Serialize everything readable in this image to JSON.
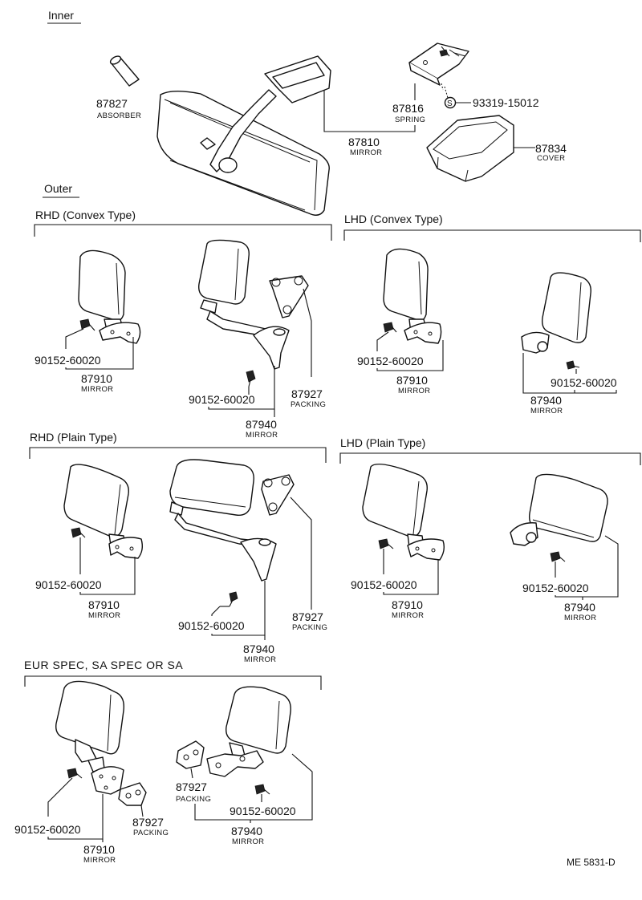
{
  "sections": {
    "inner": "Inner",
    "outer": "Outer",
    "rhd_convex": "RHD (Convex Type)",
    "lhd_convex": "LHD (Convex Type)",
    "rhd_plain": "RHD (Plain Type)",
    "lhd_plain": "LHD (Plain Type)",
    "eur": "EUR  SPEC, SA  SPEC  OR  SA"
  },
  "inner_parts": {
    "absorber": {
      "number": "87827",
      "name": "ABSORBER"
    },
    "spring": {
      "number": "87816",
      "name": "SPRING"
    },
    "screw": {
      "symbol": "S",
      "number": "93319-15012"
    },
    "mirror": {
      "number": "87810",
      "name": "MIRROR"
    },
    "cover": {
      "number": "87834",
      "name": "COVER"
    }
  },
  "rhd_convex_parts": {
    "screw_a": "90152-60020",
    "mirror_a": {
      "number": "87910",
      "name": "MIRROR"
    },
    "screw_b": "90152-60020",
    "packing": {
      "number": "87927",
      "name": "PACKING"
    },
    "mirror_b": {
      "number": "87940",
      "name": "MIRROR"
    }
  },
  "lhd_convex_parts": {
    "screw_a": "90152-60020",
    "mirror_a": {
      "number": "87910",
      "name": "MIRROR"
    },
    "screw_b": "90152-60020",
    "mirror_b": {
      "number": "87940",
      "name": "MIRROR"
    }
  },
  "rhd_plain_parts": {
    "screw_a": "90152-60020",
    "mirror_a": {
      "number": "87910",
      "name": "MIRROR"
    },
    "screw_b": "90152-60020",
    "packing": {
      "number": "87927",
      "name": "PACKING"
    },
    "mirror_b": {
      "number": "87940",
      "name": "MIRROR"
    }
  },
  "lhd_plain_parts": {
    "screw_a": "90152-60020",
    "mirror_a": {
      "number": "87910",
      "name": "MIRROR"
    },
    "screw_b": "90152-60020",
    "mirror_b": {
      "number": "87940",
      "name": "MIRROR"
    }
  },
  "eur_parts": {
    "screw_a": "90152-60020",
    "mirror_a": {
      "number": "87910",
      "name": "MIRROR"
    },
    "packing_a": {
      "number": "87927",
      "name": "PACKING"
    },
    "packing_b": {
      "number": "87927",
      "name": "PACKING"
    },
    "screw_b": "90152-60020",
    "mirror_b": {
      "number": "87940",
      "name": "MIRROR"
    }
  },
  "drawing_code": "ME  5831-D"
}
